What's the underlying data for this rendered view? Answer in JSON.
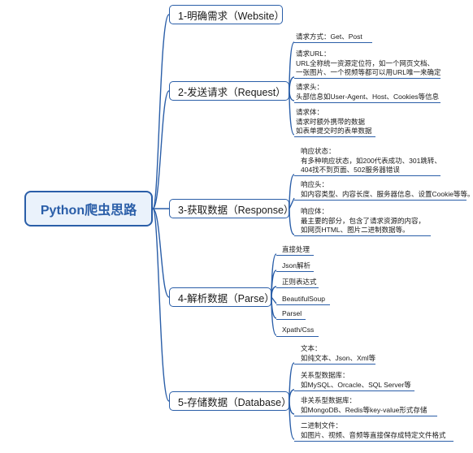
{
  "colors": {
    "accent": "#2a5ea8",
    "root_fill": "#eaf2fb"
  },
  "root": {
    "label": "Python爬虫思路"
  },
  "branches": [
    {
      "label": "1-明确需求（Website）"
    },
    {
      "label": "2-发送请求（Request）"
    },
    {
      "label": "3-获取数据（Response）"
    },
    {
      "label": "4-解析数据（Parse）"
    },
    {
      "label": "5-存储数据（Database）"
    }
  ],
  "request": {
    "method": {
      "title": "请求方式：Get、Post"
    },
    "url": {
      "title": "请求URL：",
      "lines": [
        "URL全称统一资源定位符，如一个网页文档、",
        "一张图片、一个视频等都可以用URL唯一来确定"
      ]
    },
    "header": {
      "title": "请求头：",
      "lines": [
        "头部信息如User-Agent、Host、Cookies等信息"
      ]
    },
    "body": {
      "title": "请求体：",
      "lines": [
        "请求时额外携带的数据",
        "如表单提交时的表单数据"
      ]
    }
  },
  "response": {
    "status": {
      "title": "响应状态：",
      "lines": [
        "有多种响应状态，如200代表成功、301跳转、",
        "404找不到页面、502服务器错误"
      ]
    },
    "header": {
      "title": "响应头：",
      "lines": [
        "如内容类型、内容长度、服务器信息、设置Cookie等等。"
      ]
    },
    "body": {
      "title": "响应体：",
      "lines": [
        "最主要的部分，包含了请求资源的内容，",
        "如网页HTML、图片二进制数据等。"
      ]
    }
  },
  "parse": {
    "items": [
      "直接处理",
      "Json解析",
      "正则表达式",
      "BeautifulSoup",
      "Parsel",
      "Xpath/Css"
    ]
  },
  "database": {
    "text": {
      "title": "文本：",
      "lines": [
        "如纯文本、Json、Xml等"
      ]
    },
    "relational": {
      "title": "关系型数据库：",
      "lines": [
        "如MySQL、Orcacle、SQL Server等"
      ]
    },
    "nonrelational": {
      "title": "非关系型数据库：",
      "lines": [
        "如MongoDB、Redis等key-value形式存储"
      ]
    },
    "binary": {
      "title": "二进制文件：",
      "lines": [
        "如图片、视频、音频等直接保存成特定文件格式"
      ]
    }
  }
}
